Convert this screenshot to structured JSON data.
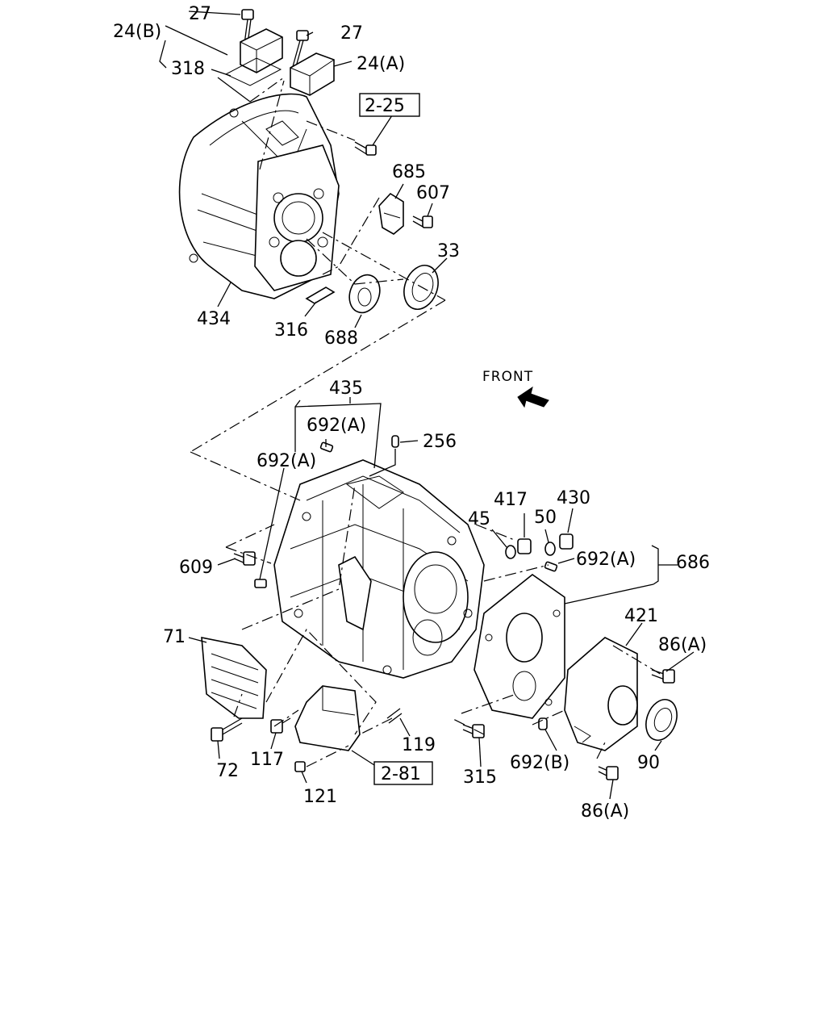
{
  "labels": {
    "p27a": "27",
    "p27b": "27",
    "p24b": "24(B)",
    "p24a": "24(A)",
    "p318": "318",
    "ref225": "2-25",
    "p685": "685",
    "p607": "607",
    "p33": "33",
    "p434": "434",
    "p316": "316",
    "p688": "688",
    "front": "FRONT",
    "p435": "435",
    "p692a_1": "692(A)",
    "p692a_2": "692(A)",
    "p256": "256",
    "p417": "417",
    "p430": "430",
    "p45": "45",
    "p50": "50",
    "p692a_3": "692(A)",
    "p686": "686",
    "p609": "609",
    "p71": "71",
    "p421": "421",
    "p86a_1": "86(A)",
    "p119": "119",
    "p117": "117",
    "p72": "72",
    "ref281": "2-81",
    "p121": "121",
    "p315": "315",
    "p692b": "692(B)",
    "p90": "90",
    "p86a_2": "86(A)"
  }
}
